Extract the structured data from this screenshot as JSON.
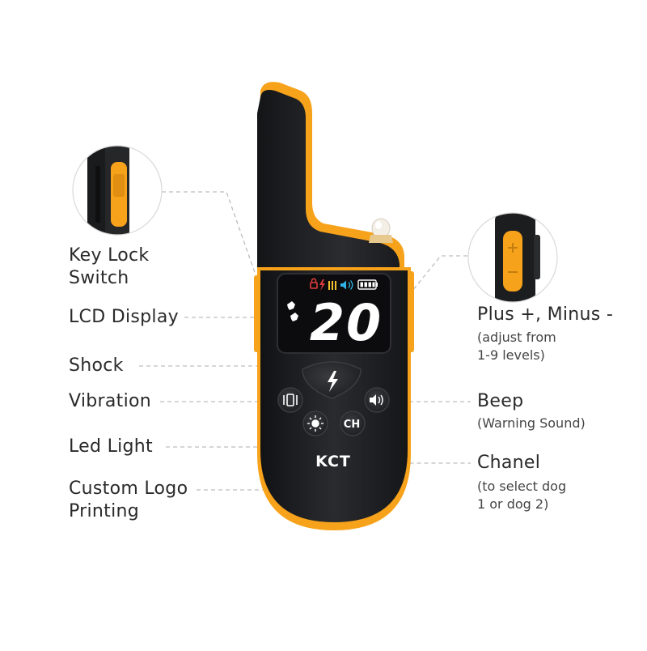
{
  "callouts": {
    "key_lock": {
      "line1": "Key Lock",
      "line2": "Switch"
    },
    "lcd": {
      "label": "LCD Display"
    },
    "shock": {
      "label": "Shock"
    },
    "vibration": {
      "label": "Vibration"
    },
    "led": {
      "label": "Led Light"
    },
    "logo": {
      "line1": "Custom Logo",
      "line2": "Printing"
    },
    "plus_minus": {
      "label": "Plus +, Minus -",
      "sub1": "(adjust from",
      "sub2": "1-9 levels)"
    },
    "beep": {
      "label": "Beep",
      "sub1": "(Warning Sound)"
    },
    "channel": {
      "label": "Chanel",
      "sub1": "(to select dog",
      "sub2": "1 or dog 2)"
    }
  },
  "device": {
    "lcd_number": "20",
    "brand": "KCT",
    "channel_button": "CH"
  },
  "colors": {
    "accent": "#F7A21B",
    "body": "#1c1d20",
    "lcd_bg": "#0c0c0e",
    "leader_line": "#bdbdbd"
  },
  "icons": [
    "lock-icon",
    "bolt-icon",
    "vibration-bars-icon",
    "speaker-icon",
    "battery-icon",
    "shock-bolt-icon",
    "vibration-icon",
    "beep-icon",
    "light-icon",
    "dog-icon"
  ]
}
